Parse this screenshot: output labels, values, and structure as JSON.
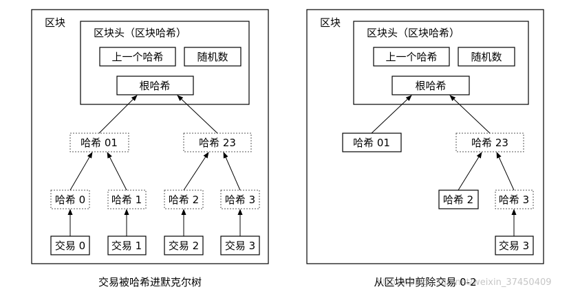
{
  "left_diagram": {
    "block_label": "区块",
    "header_label": "区块头（区块哈希）",
    "prev_hash": "上一个哈希",
    "nonce": "随机数",
    "root_hash": "根哈希",
    "hash01": "哈希 01",
    "hash23": "哈希 23",
    "hash0": "哈希 0",
    "hash1": "哈希 1",
    "hash2": "哈希 2",
    "hash3": "哈希 3",
    "tx0": "交易 0",
    "tx1": "交易 1",
    "tx2": "交易 2",
    "tx3": "交易 3",
    "caption": "交易被哈希进默克尔树"
  },
  "right_diagram": {
    "block_label": "区块",
    "header_label": "区块头（区块哈希）",
    "prev_hash": "上一个哈希",
    "nonce": "随机数",
    "root_hash": "根哈希",
    "hash01": "哈希 01",
    "hash23": "哈希 23",
    "hash2": "哈希 2",
    "hash3": "哈希 3",
    "tx3": "交易 3",
    "caption": "从区块中剪除交易 0-2"
  },
  "watermark": "https://blog.csdn.net/weixin_37450409"
}
